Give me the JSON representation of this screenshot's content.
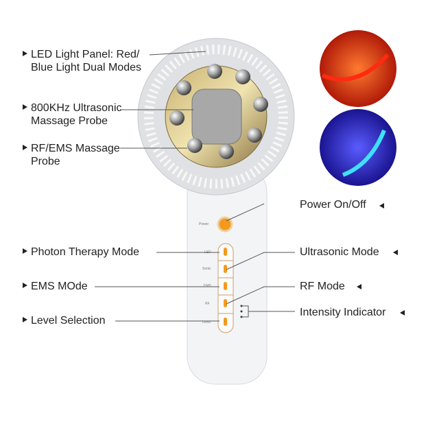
{
  "labels": {
    "led_panel": "LED Light Panel: Red/",
    "led_panel_2": "Blue Light Dual Modes",
    "ultrasonic_probe": "800KHz Ultrasonic",
    "ultrasonic_probe_2": "Massage Probe",
    "rf_ems_probe": "RF/EMS Massage",
    "rf_ems_probe_2": "Probe",
    "power": "Power On/Off",
    "photon": "Photon Therapy Mode",
    "ultrasonic_mode": "Ultrasonic Mode",
    "ems_mode": "EMS MOde",
    "rf_mode": "RF Mode",
    "level": "Level Selection",
    "intensity": "Intensity Indicator"
  },
  "device_text": {
    "power": "Power",
    "led": "LED",
    "sonic": "Sonic",
    "ems": "EMS",
    "rf": "RF",
    "level": "Level"
  },
  "colors": {
    "button": "#f39a1e",
    "red_light": "#e8481c",
    "blue_light": "#2a2be0"
  }
}
